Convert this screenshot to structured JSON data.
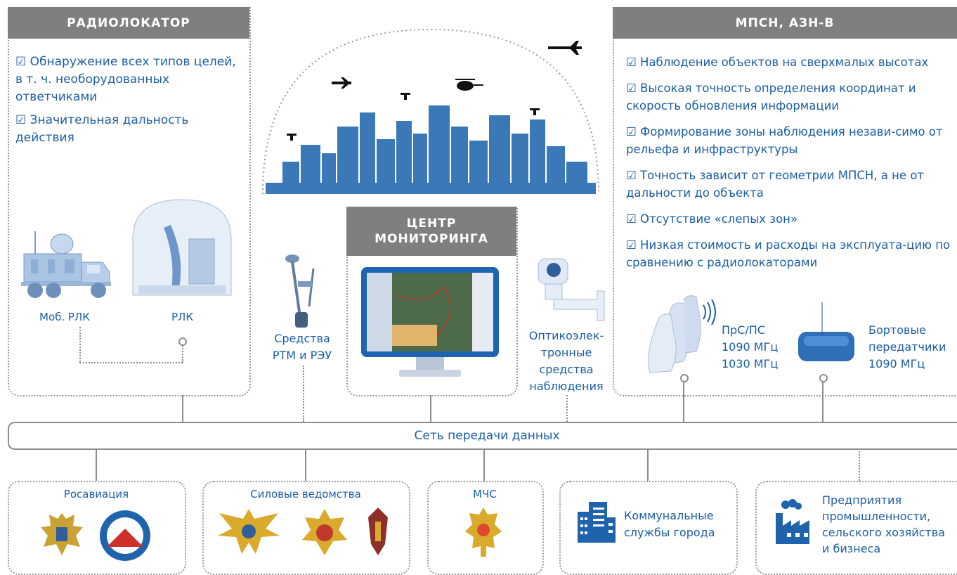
{
  "radar": {
    "title": "РАДИОЛОКАТОР",
    "points": [
      "☑ Обнаружение всех типов целей, в т. ч. необорудованных ответчиками",
      "☑ Значительная дальность действия"
    ],
    "mobile_label": "Моб. РЛК",
    "rlk_label": "РЛК"
  },
  "center": {
    "title_line1": "ЦЕНТР",
    "title_line2": "МОНИТОРИНГА"
  },
  "rtm": {
    "line1": "Средства",
    "line2": "РТМ и РЭУ"
  },
  "optic": {
    "line1": "Оптикоэлек-",
    "line2": "тронные",
    "line3": "средства",
    "line4": "наблюдения"
  },
  "mpsn": {
    "title": "МПСН, АЗН-В",
    "points": [
      "☑ Наблюдение объектов на сверхмалых высотах",
      "☑ Высокая точность определения координат и скорость обновления информации",
      "☑ Формирование зоны наблюдения незави-симо от рельефа и инфраструктуры",
      "☑ Точность зависит от геометрии МПСН, а не от дальности до объекта",
      "☑ Отсутствие «слепых зон»",
      "☑ Низкая стоимость и расходы на эксплуата-цию по сравнению с радиолокаторами"
    ],
    "ground_station": {
      "line1": "ПрС/ПС",
      "line2": "1090 МГц",
      "line3": "1030 МГц"
    },
    "onboard": {
      "line1": "Бортовые",
      "line2": "передатчики",
      "line3": "1090 МГц"
    }
  },
  "network": {
    "label": "Сеть передачи данных"
  },
  "consumers": {
    "rosaviatsia": "Росавиация",
    "security": "Силовые ведомства",
    "mchs": "МЧС",
    "utilities": {
      "line1": "Коммунальные",
      "line2": "службы города"
    },
    "enterprises": {
      "line1": "Предприятия",
      "line2": "промышленности,",
      "line3": "сельского хозяйства",
      "line4": "и бизнеса"
    }
  },
  "colors": {
    "primary_blue": "#1b5ea6",
    "header_gray": "#7f7f80",
    "city_blue": "#3a78b8"
  }
}
